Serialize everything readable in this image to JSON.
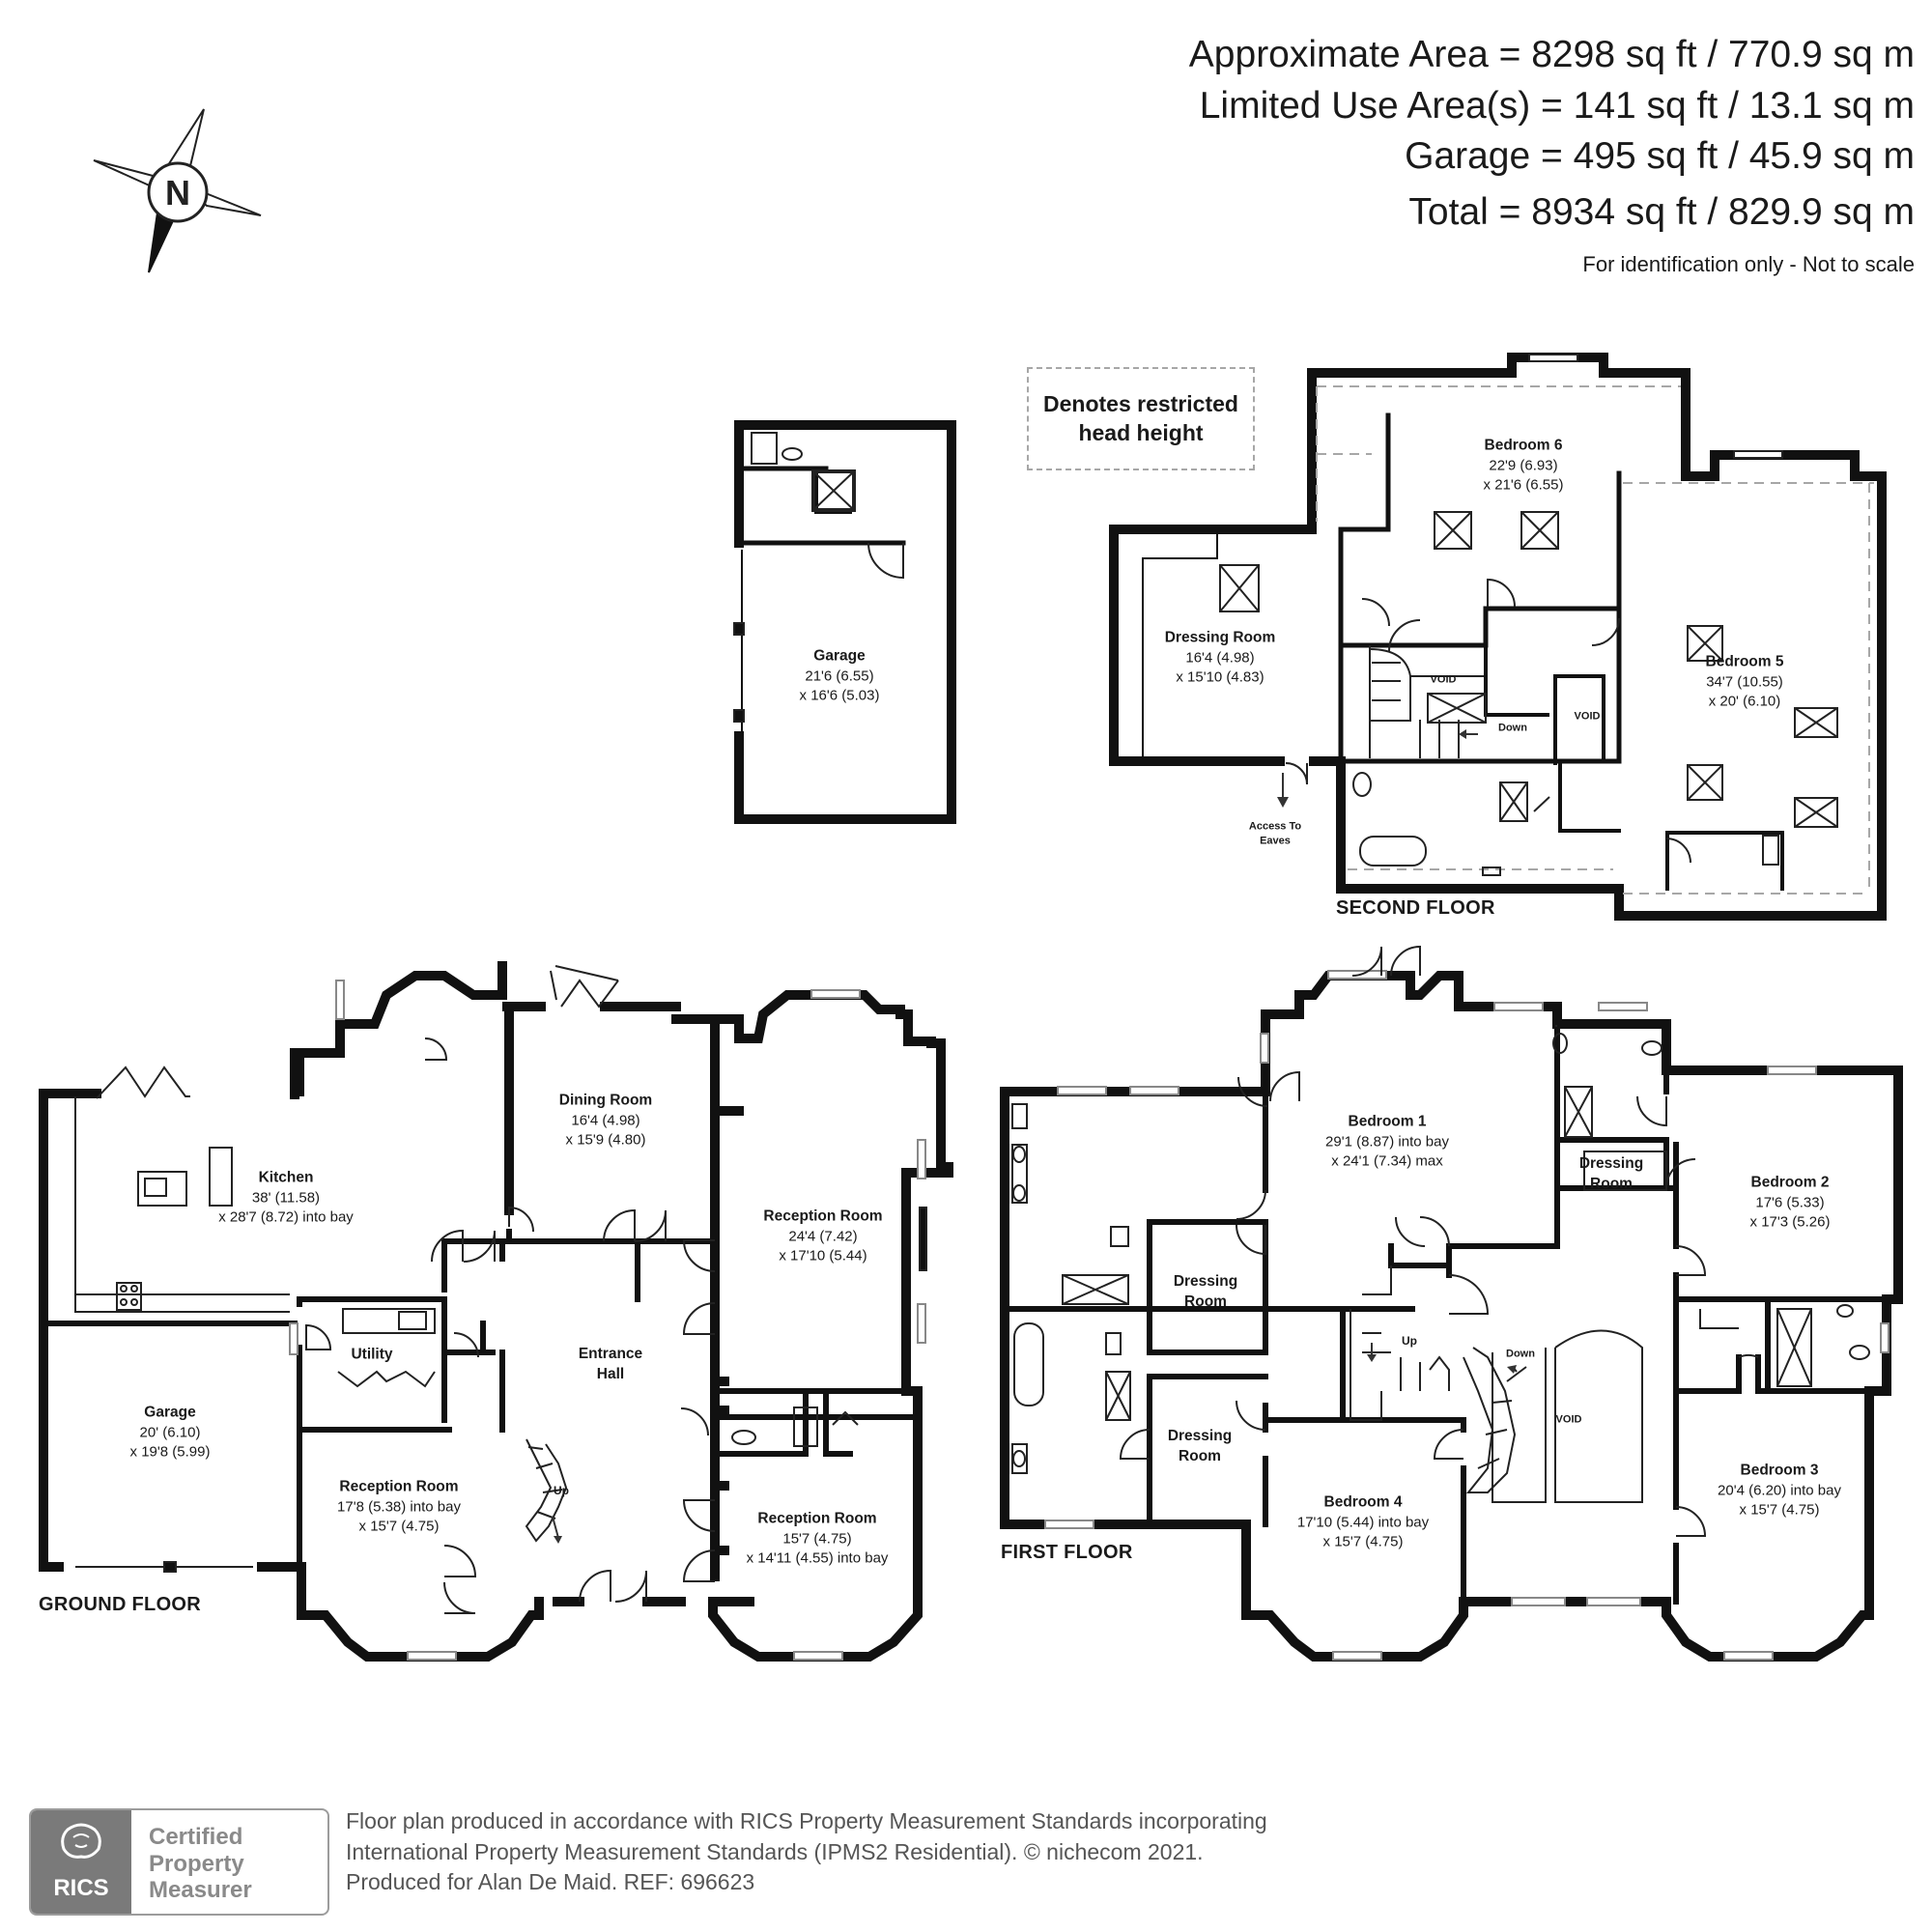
{
  "header": {
    "approx_area": "Approximate Area = 8298 sq ft / 770.9 sq m",
    "limited_use": "Limited Use Area(s) = 141 sq ft / 13.1 sq m",
    "garage_area": "Garage = 495 sq ft / 45.9 sq m",
    "total": "Total = 8934 sq ft / 829.9 sq m",
    "note": "For identification only - Not to scale"
  },
  "compass": {
    "letter": "N",
    "icon": "north-compass-icon"
  },
  "legend": {
    "line1": "Denotes restricted",
    "line2": "head height"
  },
  "floors": {
    "ground": "GROUND FLOOR",
    "first": "FIRST FLOOR",
    "second": "SECOND FLOOR"
  },
  "rooms": {
    "garage_detached": {
      "name": "Garage",
      "dim1": "21'6 (6.55)",
      "dim2": "x 16'6 (5.03)"
    },
    "kitchen": {
      "name": "Kitchen",
      "dim1": "38' (11.58)",
      "dim2": "x 28'7 (8.72) into bay"
    },
    "dining": {
      "name": "Dining Room",
      "dim1": "16'4 (4.98)",
      "dim2": "x 15'9 (4.80)"
    },
    "reception_right": {
      "name": "Reception Room",
      "dim1": "24'4 (7.42)",
      "dim2": "x 17'10 (5.44)"
    },
    "utility": {
      "name": "Utility"
    },
    "entrance_hall": {
      "name": "Entrance",
      "name2": "Hall"
    },
    "garage_integral": {
      "name": "Garage",
      "dim1": "20' (6.10)",
      "dim2": "x 19'8 (5.99)"
    },
    "reception_front_left": {
      "name": "Reception Room",
      "dim1": "17'8 (5.38) into bay",
      "dim2": "x 15'7 (4.75)"
    },
    "reception_front_right": {
      "name": "Reception Room",
      "dim1": "15'7 (4.75)",
      "dim2": "x 14'11 (4.55) into bay"
    },
    "bedroom1": {
      "name": "Bedroom 1",
      "dim1": "29'1 (8.87) into bay",
      "dim2": "x 24'1 (7.34) max"
    },
    "bedroom2": {
      "name": "Bedroom 2",
      "dim1": "17'6 (5.33)",
      "dim2": "x 17'3 (5.26)"
    },
    "bedroom3": {
      "name": "Bedroom 3",
      "dim1": "20'4 (6.20) into bay",
      "dim2": "x 15'7 (4.75)"
    },
    "bedroom4": {
      "name": "Bedroom 4",
      "dim1": "17'10 (5.44) into bay",
      "dim2": "x 15'7 (4.75)"
    },
    "dressing_first_b2": {
      "name": "Dressing",
      "name2": "Room"
    },
    "dressing_first_b1": {
      "name": "Dressing",
      "name2": "Room"
    },
    "dressing_first_b4": {
      "name": "Dressing",
      "name2": "Room"
    },
    "bedroom5": {
      "name": "Bedroom 5",
      "dim1": "34'7 (10.55)",
      "dim2": "x 20' (6.10)"
    },
    "bedroom6": {
      "name": "Bedroom 6",
      "dim1": "22'9 (6.93)",
      "dim2": "x 21'6 (6.55)"
    },
    "dressing_second": {
      "name": "Dressing Room",
      "dim1": "16'4 (4.98)",
      "dim2": "x 15'10 (4.83)"
    }
  },
  "labels": {
    "void": "VOID",
    "up": "Up",
    "down": "Down",
    "access1": "Access To",
    "access2": "Eaves"
  },
  "footer": {
    "line1": "Floor plan produced in accordance with RICS Property Measurement Standards incorporating",
    "line2": "International Property Measurement Standards (IPMS2 Residential).   © nichecom 2021.",
    "line3": "Produced for Alan De Maid.   REF: 696623",
    "badge_word": "RICS",
    "badge_l1": "Certified",
    "badge_l2": "Property",
    "badge_l3": "Measurer",
    "badge_icon": "rics-lion-logo-icon"
  }
}
